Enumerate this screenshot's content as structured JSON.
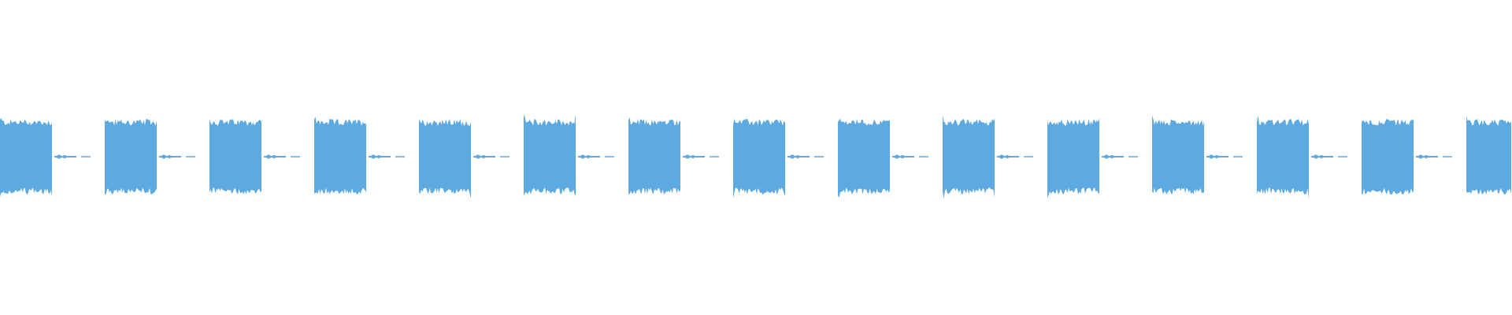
{
  "waveform": {
    "color": "#5DA9E1",
    "background": "#FFFFFF",
    "burst_count": 15,
    "burst_peak": 0.55,
    "burst_trough": 0.5,
    "tail_marker": "dot-dash"
  }
}
